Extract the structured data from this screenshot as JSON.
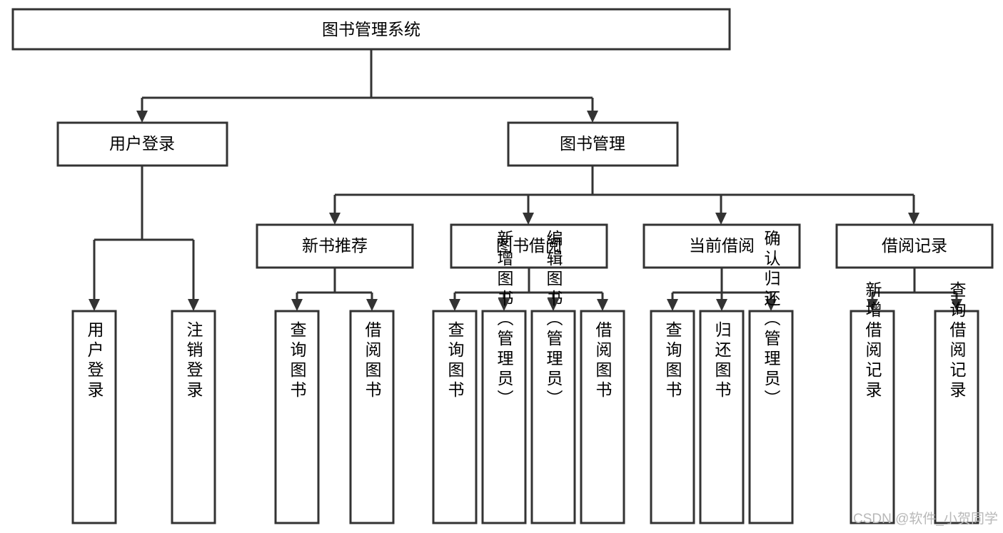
{
  "diagram": {
    "type": "tree-hierarchy",
    "title": "图书管理系统",
    "levels": 4,
    "root": {
      "id": "root",
      "label": "图书管理系统",
      "orientation": "horizontal"
    },
    "level2": [
      {
        "id": "user-login",
        "label": "用户登录",
        "orientation": "horizontal"
      },
      {
        "id": "book-management",
        "label": "图书管理",
        "orientation": "horizontal"
      }
    ],
    "level3": [
      {
        "id": "new-book-recommend",
        "label": "新书推荐",
        "orientation": "horizontal",
        "parent": "book-management"
      },
      {
        "id": "book-borrow",
        "label": "图书借阅",
        "orientation": "horizontal",
        "parent": "book-management"
      },
      {
        "id": "current-borrow",
        "label": "当前借阅",
        "orientation": "horizontal",
        "parent": "book-management"
      },
      {
        "id": "borrow-record",
        "label": "借阅记录",
        "orientation": "horizontal",
        "parent": "book-management"
      }
    ],
    "leaves": {
      "user_login": [
        {
          "id": "leaf-user-login",
          "label": "用户登录"
        },
        {
          "id": "leaf-logout-login",
          "label": "注销登录"
        }
      ],
      "new_book_recommend": [
        {
          "id": "leaf-query-book-1",
          "label": "查询图书"
        },
        {
          "id": "leaf-borrow-book-1",
          "label": "借阅图书"
        }
      ],
      "book_borrow": [
        {
          "id": "leaf-query-book-2",
          "label": "查询图书"
        },
        {
          "id": "leaf-add-book",
          "label": "新增图书（管理员）"
        },
        {
          "id": "leaf-edit-book",
          "label": "编辑图书（管理员）"
        },
        {
          "id": "leaf-borrow-book-2",
          "label": "借阅图书"
        }
      ],
      "current_borrow": [
        {
          "id": "leaf-query-book-3",
          "label": "查询图书"
        },
        {
          "id": "leaf-return-book",
          "label": "归还图书"
        },
        {
          "id": "leaf-confirm-return",
          "label": "确认归还（管理员）"
        }
      ],
      "borrow_record": [
        {
          "id": "leaf-add-borrow-record",
          "label": "新增借阅记录"
        },
        {
          "id": "leaf-query-borrow-record",
          "label": "查询借阅记录"
        }
      ]
    }
  },
  "watermark": {
    "text": "CSDN @软件_小贺同学"
  },
  "colors": {
    "stroke": "#333333",
    "box_fill": "#ffffff",
    "text": "#000000",
    "watermark": "#b8b8b8",
    "background": "#ffffff"
  }
}
